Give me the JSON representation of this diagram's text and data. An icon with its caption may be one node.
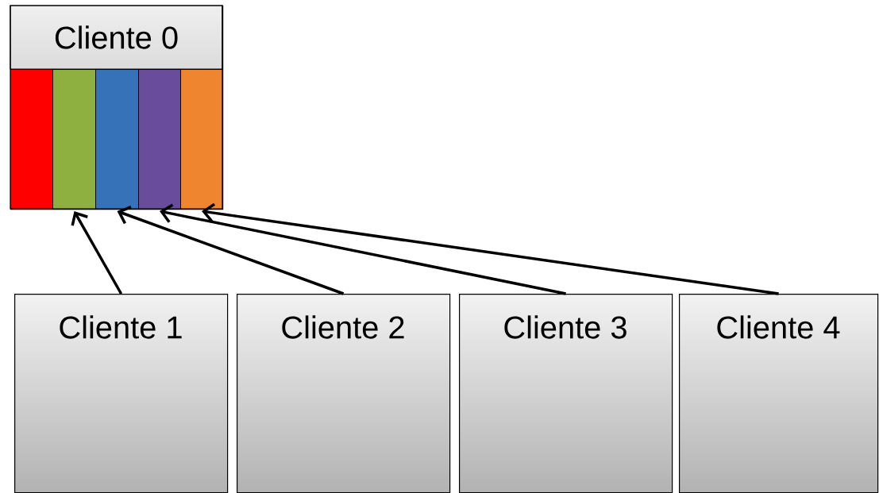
{
  "diagram": {
    "nodes": [
      {
        "text": [
          "Cliente 0"
        ]
      },
      {
        "text": [],
        "shape": "bar",
        "in": 0
      },
      {
        "text": [],
        "shape": "bar",
        "in": 0
      },
      {
        "text": [],
        "shape": "bar",
        "in": 0
      },
      {
        "text": [],
        "shape": "bar",
        "in": 0
      },
      {
        "text": [],
        "shape": "bar",
        "in": 0
      },
      {
        "text": [
          "Cliente 1"
        ]
      },
      {
        "text": [
          "Cliente 2"
        ]
      },
      {
        "text": [
          "Cliente 3"
        ]
      },
      {
        "text": [
          "Cliente 4"
        ]
      }
    ],
    "edges": [
      {
        "from": 6,
        "to": 2,
        "arrow": "to"
      },
      {
        "from": 7,
        "to": 3,
        "arrow": "to"
      },
      {
        "from": 8,
        "to": 4,
        "arrow": "to"
      },
      {
        "from": 9,
        "to": 5,
        "arrow": "to"
      }
    ]
  }
}
